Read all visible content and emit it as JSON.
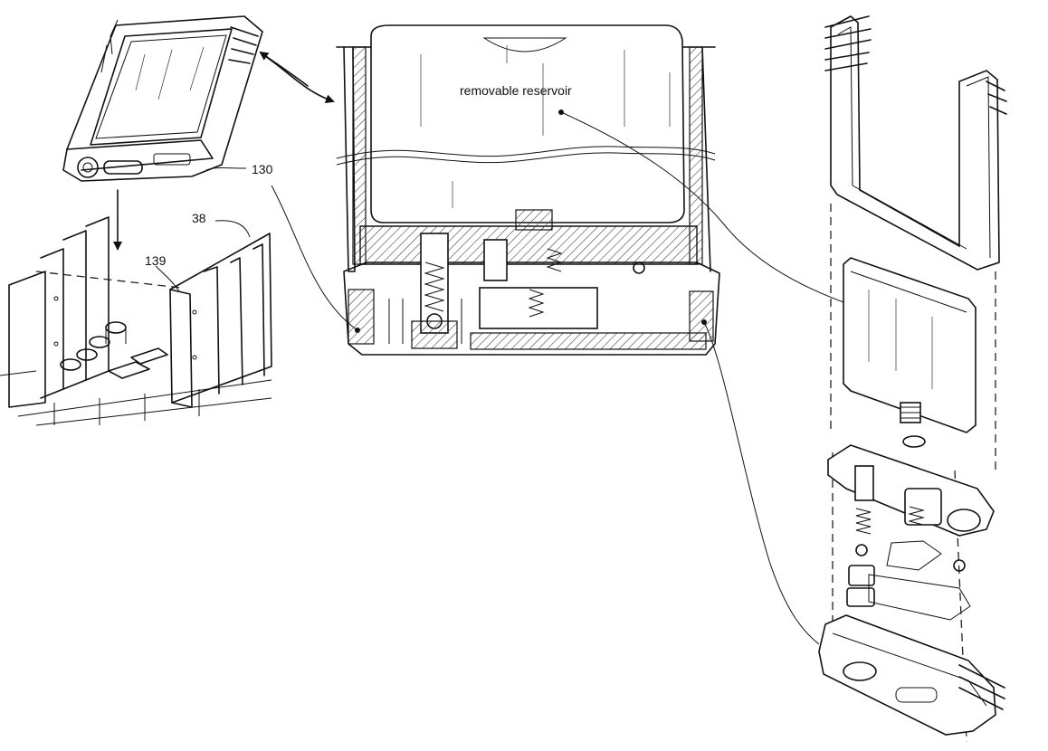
{
  "figure": {
    "labels": {
      "reservoir": "removable reservoir",
      "ref_130": "130",
      "ref_38": "38",
      "ref_139": "139"
    },
    "colors": {
      "ink": "#111111",
      "paper": "#ffffff",
      "hatch": "#444444"
    }
  }
}
